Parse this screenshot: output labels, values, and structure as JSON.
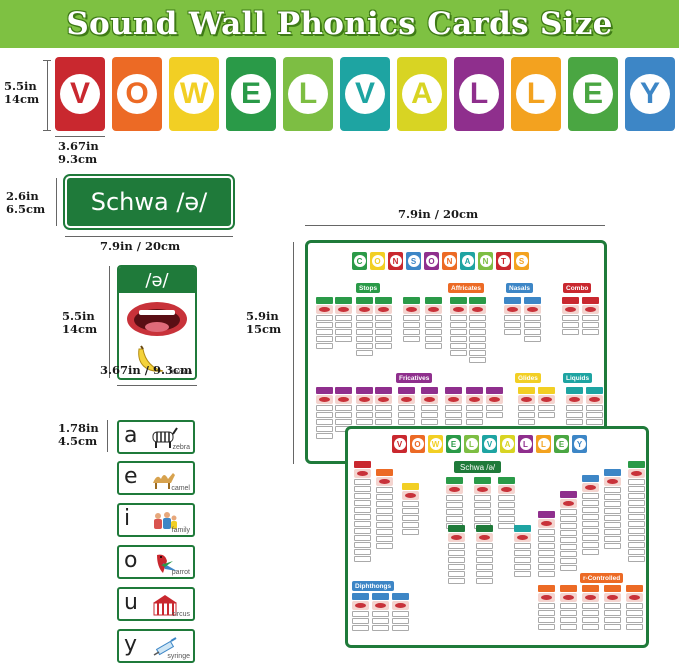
{
  "title": "Sound Wall Phonics Cards Size",
  "colors": {
    "banner": "#7ec142",
    "green": "#1f7a3a",
    "lips": "#c8323a"
  },
  "vowel_valley_letters": [
    {
      "letter": "V",
      "color": "#c9282f"
    },
    {
      "letter": "O",
      "color": "#ec6a25"
    },
    {
      "letter": "W",
      "color": "#f2cf24"
    },
    {
      "letter": "E",
      "color": "#2a9a48"
    },
    {
      "letter": "L",
      "color": "#7dbe43"
    },
    {
      "letter": "V",
      "color": "#1ea4a2"
    },
    {
      "letter": "A",
      "color": "#d8d423"
    },
    {
      "letter": "L",
      "color": "#8f2f8d"
    },
    {
      "letter": "L",
      "color": "#f3a21f"
    },
    {
      "letter": "E",
      "color": "#4aa642"
    },
    {
      "letter": "Y",
      "color": "#3d86c6"
    }
  ],
  "dims": {
    "letter_h": "5.5in\n14cm",
    "letter_w": "3.67in\n9.3cm",
    "schwa_h": "2.6in\n6.5cm",
    "schwa_w": "7.9in  / 20cm",
    "sound_h": "5.5in\n14cm",
    "sound_w": "3.67in / 9.3cm",
    "small_h": "1.78in\n4.5cm",
    "poster_w": "7.9in  / 20cm",
    "poster_h": "5.9in\n15cm"
  },
  "schwa_card": {
    "text": "Schwa /ə/"
  },
  "sound_card": {
    "symbol": "/ə/",
    "word": "banana",
    "icons": [
      "mouth-icon",
      "banana-icon"
    ]
  },
  "small_cards": [
    {
      "letter": "a",
      "word": "zebra",
      "icon": "zebra-icon"
    },
    {
      "letter": "e",
      "word": "camel",
      "icon": "camel-icon"
    },
    {
      "letter": "i",
      "word": "family",
      "icon": "family-icon"
    },
    {
      "letter": "o",
      "word": "parrot",
      "icon": "parrot-icon"
    },
    {
      "letter": "u",
      "word": "circus",
      "icon": "circus-icon"
    },
    {
      "letter": "y",
      "word": "syringe",
      "icon": "syringe-icon"
    }
  ],
  "consonants_poster": {
    "title_letters": [
      "C",
      "O",
      "N",
      "S",
      "O",
      "N",
      "A",
      "N",
      "T",
      "S"
    ],
    "title_colors": [
      "#2a9a48",
      "#f2cf24",
      "#c9282f",
      "#3d86c6",
      "#8f2f8d",
      "#ec6a25",
      "#1ea4a2",
      "#7dbe43",
      "#c9282f",
      "#f3a21f"
    ],
    "groups": [
      {
        "label": "Stops",
        "color": "#2a9a48"
      },
      {
        "label": "Affricates",
        "color": "#ec6a25"
      },
      {
        "label": "Nasals",
        "color": "#3d86c6"
      },
      {
        "label": "Combo",
        "color": "#c9282f"
      },
      {
        "label": "Fricatives",
        "color": "#8f2f8d"
      },
      {
        "label": "Glides",
        "color": "#f2cf24"
      },
      {
        "label": "Liquids",
        "color": "#1ea4a2"
      }
    ]
  },
  "vowel_poster": {
    "title_letters": [
      "V",
      "O",
      "W",
      "E",
      "L",
      "V",
      "A",
      "L",
      "L",
      "E",
      "Y"
    ],
    "title_colors": [
      "#c9282f",
      "#ec6a25",
      "#f2cf24",
      "#2a9a48",
      "#7dbe43",
      "#1ea4a2",
      "#d8d423",
      "#8f2f8d",
      "#f3a21f",
      "#4aa642",
      "#3d86c6"
    ],
    "schwa_label": "Schwa /ə/",
    "groups": [
      {
        "label": "Diphthongs",
        "color": "#3d86c6"
      },
      {
        "label": "r-Controlled",
        "color": "#ec6a25"
      }
    ]
  }
}
